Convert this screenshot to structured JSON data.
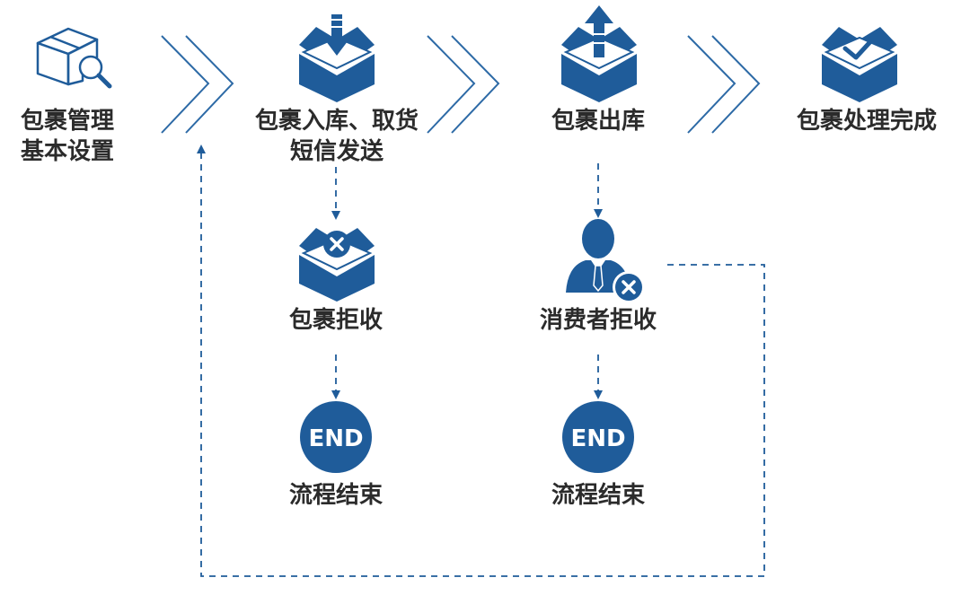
{
  "colors": {
    "primary": "#1f5c9a",
    "text": "#2b2b2b",
    "chevron": "#2d6aa6"
  },
  "steps": [
    {
      "id": "setup",
      "lines": [
        "包裹管理",
        "基本设置"
      ],
      "icon": "box-search-icon"
    },
    {
      "id": "inbound",
      "lines": [
        "包裹入库、取货",
        "短信发送"
      ],
      "icon": "box-inbound-icon"
    },
    {
      "id": "outbound",
      "lines": [
        "包裹出库"
      ],
      "icon": "box-outbound-icon"
    },
    {
      "id": "done",
      "lines": [
        "包裹处理完成"
      ],
      "icon": "box-check-icon"
    }
  ],
  "branches": [
    {
      "id": "package-reject",
      "label": "包裹拒收",
      "icon": "box-reject-icon",
      "end_label": "END",
      "end_text": "流程结束"
    },
    {
      "id": "consumer-reject",
      "label": "消费者拒收",
      "icon": "user-reject-icon",
      "end_label": "END",
      "end_text": "流程结束"
    }
  ]
}
